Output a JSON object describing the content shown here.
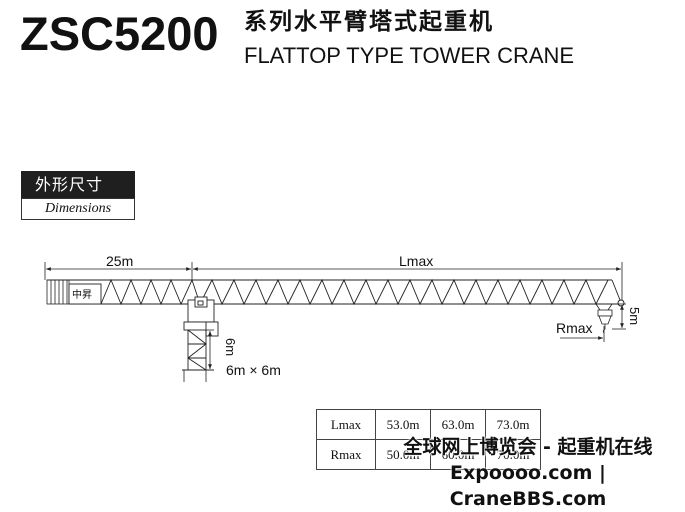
{
  "header": {
    "model": "ZSC5200",
    "title_cn": "系列水平臂塔式起重机",
    "title_en": "FLATTOP TYPE TOWER CRANE"
  },
  "section": {
    "title_cn": "外形尺寸",
    "title_en": "Dimensions"
  },
  "drawing": {
    "counter_jib_label": "25m",
    "jib_label": "Lmax",
    "cab_label": "中昇",
    "mast_height_label": "6m",
    "base_label": "6m × 6m",
    "rmax_label": "Rmax",
    "hook_label": "5m"
  },
  "spec_table": {
    "rows": [
      {
        "label": "Lmax",
        "values": [
          "53.0m",
          "63.0m",
          "73.0m"
        ]
      },
      {
        "label": "Rmax",
        "values": [
          "50.0m",
          "60.0m",
          "70.0m"
        ]
      }
    ]
  },
  "watermark": {
    "line1": "全球网上博览会 - 起重机在线",
    "line2": "Expoooo.com | CraneBBS.com"
  }
}
